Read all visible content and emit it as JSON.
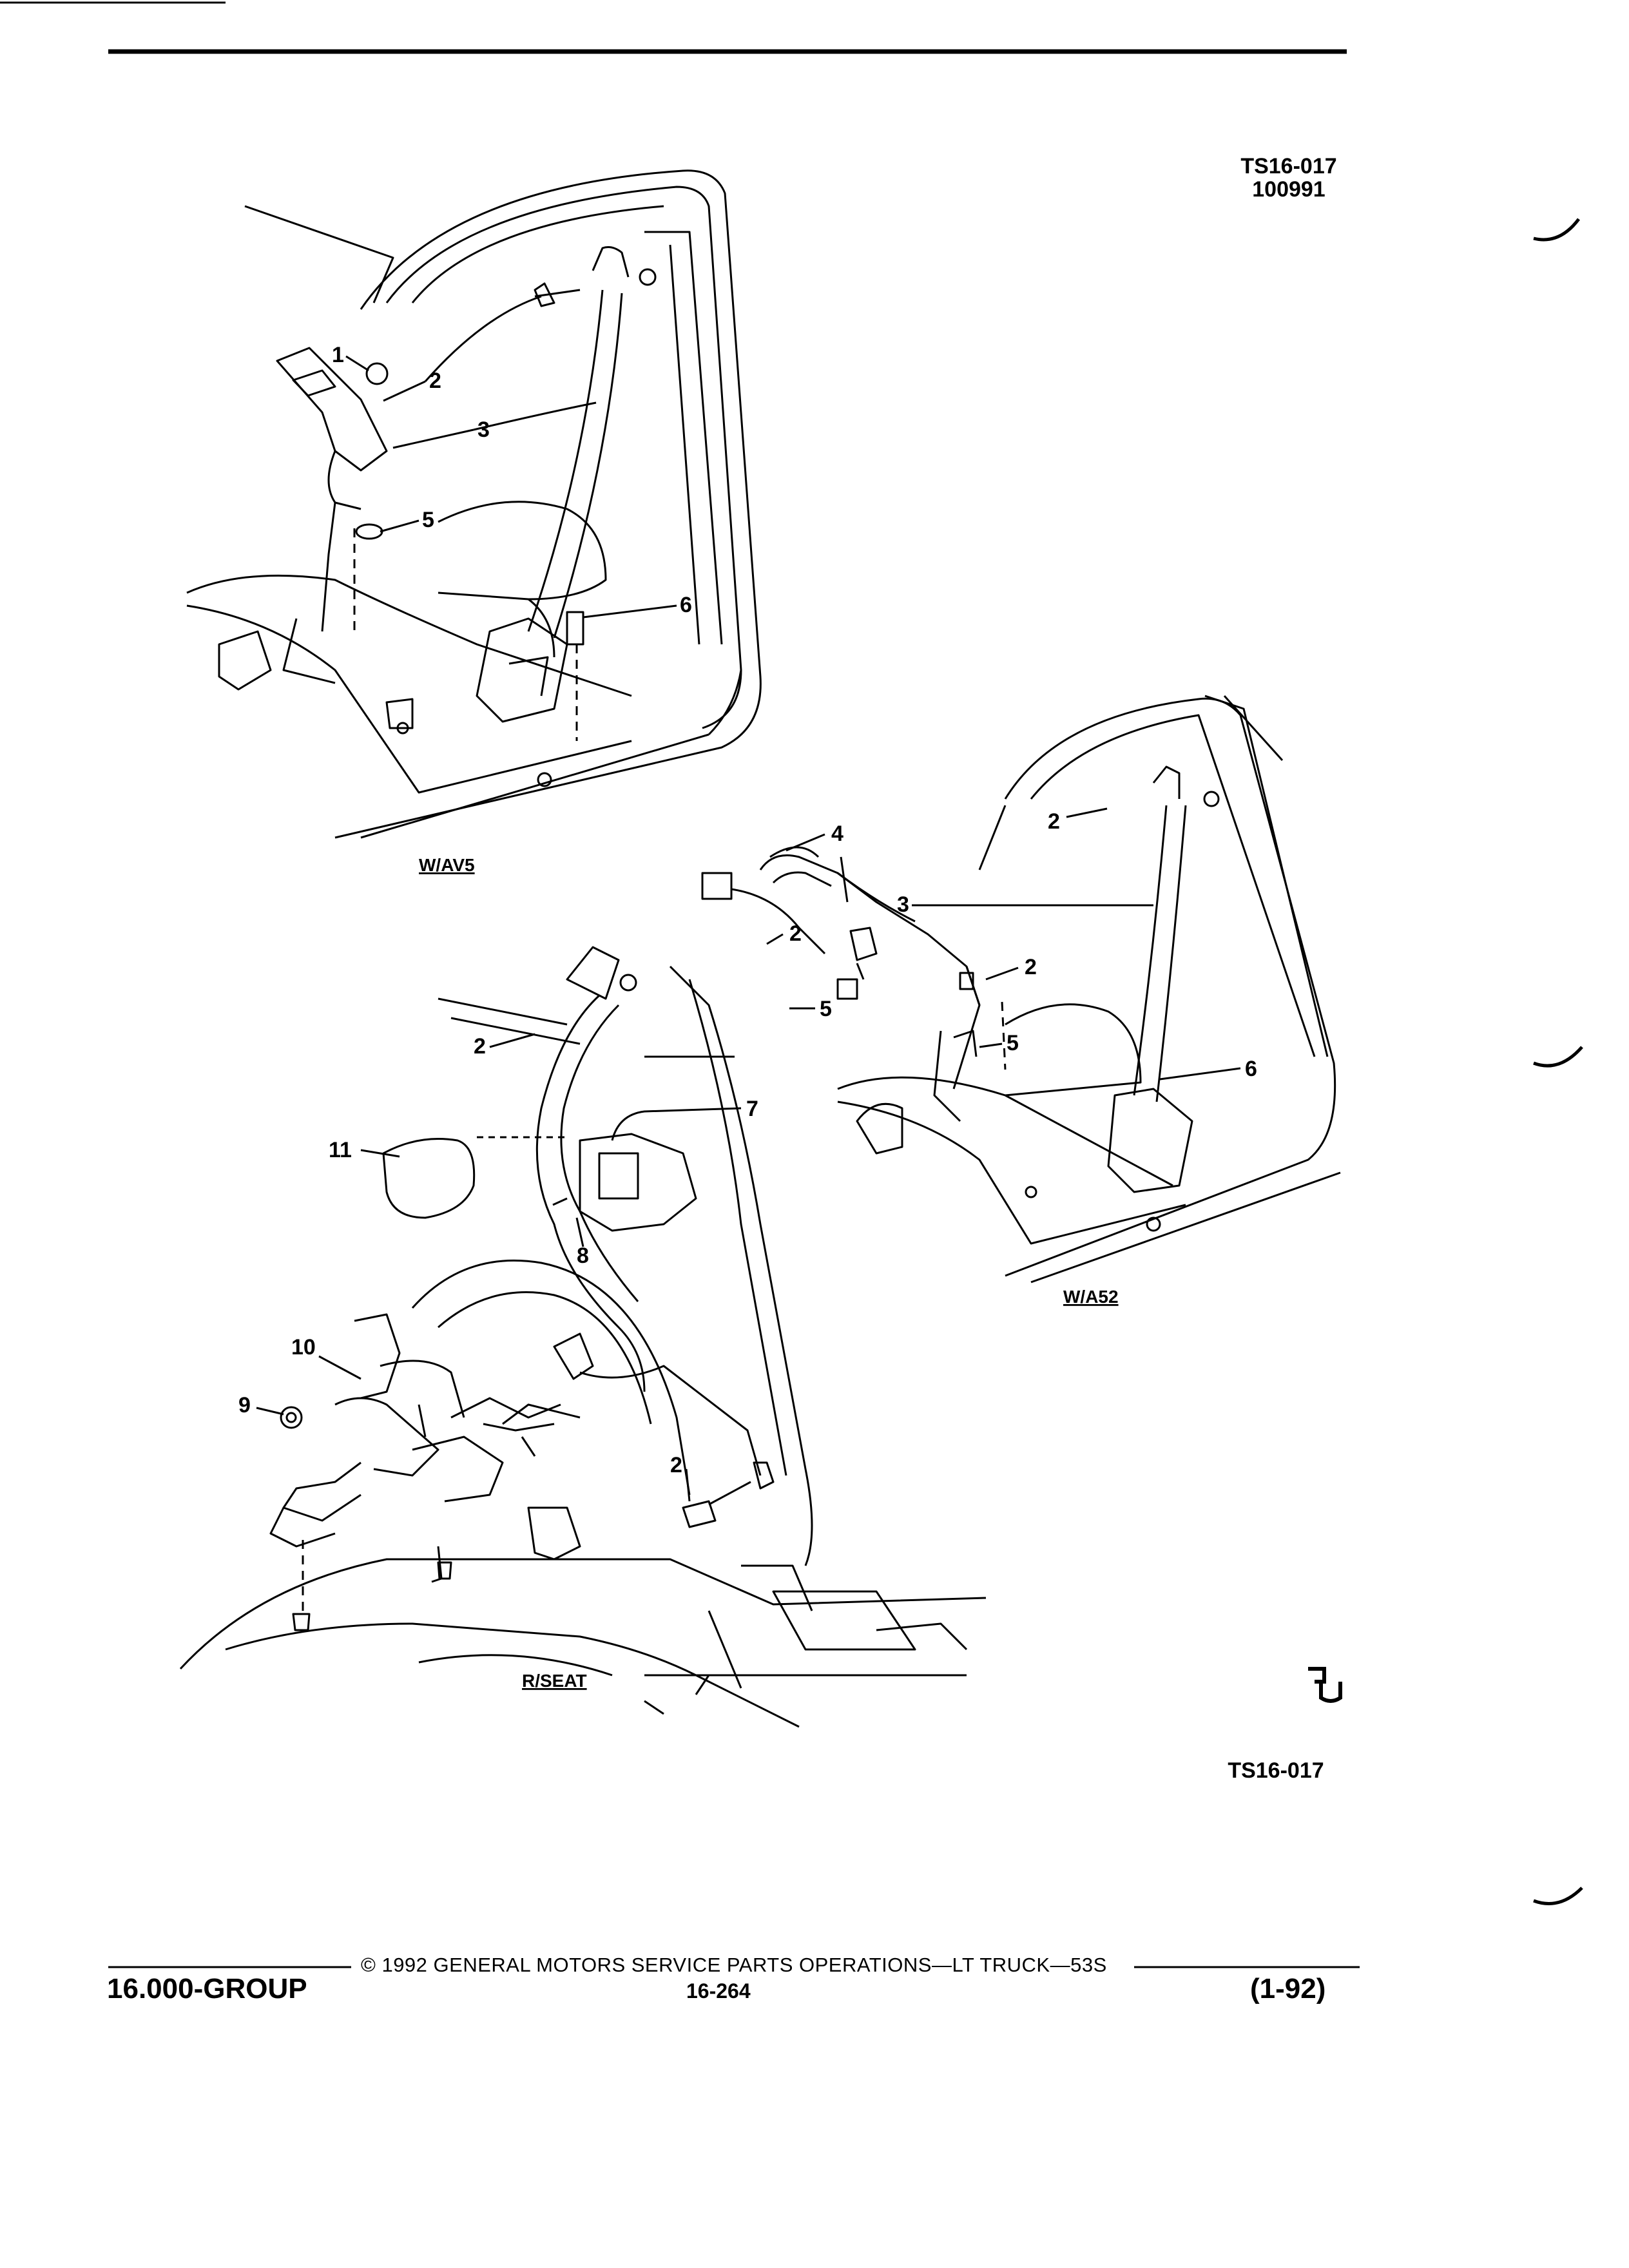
{
  "header": {
    "figure_code": "TS16-017",
    "figure_date": "100991"
  },
  "views": {
    "top_left": "W/AV5",
    "right": "W/A52",
    "bottom": "R/SEAT"
  },
  "callouts": {
    "av5": [
      "1",
      "2",
      "3",
      "5",
      "6"
    ],
    "a52": [
      "2",
      "4",
      "3",
      "2",
      "2",
      "5",
      "5",
      "6"
    ],
    "rseat": [
      "2",
      "7",
      "11",
      "8",
      "10",
      "9",
      "2"
    ]
  },
  "figure_code_bottom": "TS16-017",
  "footer": {
    "copyright": "©  1992  GENERAL MOTORS SERVICE PARTS OPERATIONS—LT TRUCK—53S",
    "group": "16.000-GROUP",
    "page": "16-264",
    "date": "(1-92)"
  }
}
